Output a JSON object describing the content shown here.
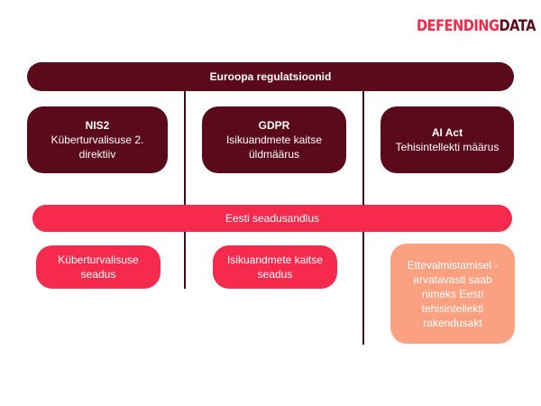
{
  "logo": {
    "part1": "DEFENDING",
    "part2": "DATA"
  },
  "eu_bar": {
    "label": "Euroopa regulatsioonid"
  },
  "eu_items": [
    {
      "title": "NIS2",
      "subtitle": "Küberturvalisuse 2. direktiiv"
    },
    {
      "title": "GDPR",
      "subtitle": "Isikuandmete kaitse üldmäärus"
    },
    {
      "title": "AI Act",
      "subtitle": "Tehisintellekti määrus"
    }
  ],
  "national_bar": {
    "label": "Eesti seadusandlus"
  },
  "national_items": [
    {
      "label": "Küberturvalisuse seadus"
    },
    {
      "label": "Isikuandmete kaitse seadus"
    },
    {
      "label": "Ettevalmistamisel - arvatavasti saab nimeks Eesti tehisintellekti rakendusakt"
    }
  ],
  "colors": {
    "dark": "#5a0a1b",
    "red": "#f52a4d",
    "peach": "#fba080",
    "line": "#3a1018"
  }
}
